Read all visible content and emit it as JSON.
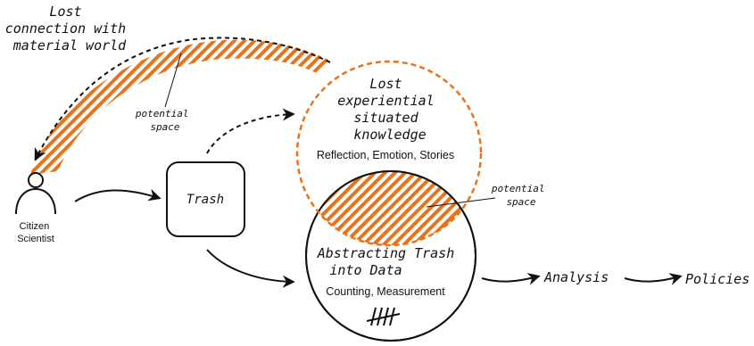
{
  "colors": {
    "accent": "#e8731a",
    "ink": "#111111"
  },
  "top_label": [
    "Lost",
    "connection with",
    "material world"
  ],
  "potential_space_label": [
    "potential",
    "space"
  ],
  "person": {
    "label": [
      "Citizen",
      "Scientist"
    ],
    "icon": "person-icon"
  },
  "trash_box": {
    "label": "Trash"
  },
  "experiential_circle": {
    "title": [
      "Lost",
      "experiential",
      "situated",
      "knowledge"
    ],
    "subtitle": "Reflection, Emotion, Stories"
  },
  "data_circle": {
    "title": [
      "Abstracting Trash",
      "into Data"
    ],
    "subtitle": "Counting, Measurement",
    "icon": "tally-marks-icon"
  },
  "analysis_label": "Analysis",
  "policies_label": "Policies"
}
